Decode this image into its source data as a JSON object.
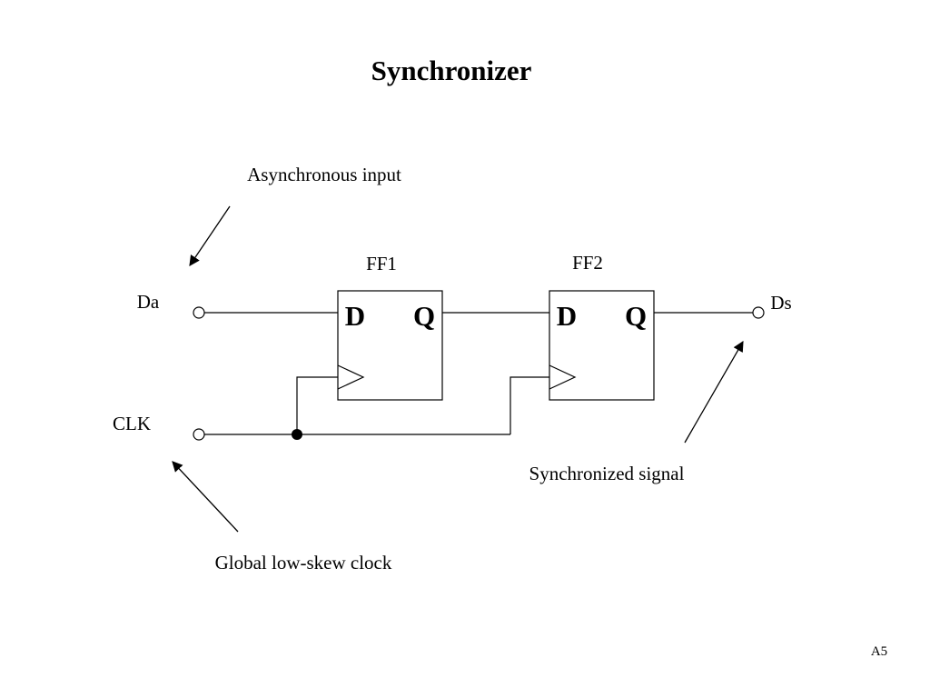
{
  "slide": {
    "title": "Synchronizer",
    "page_number": "A5"
  },
  "annotations": {
    "async_input": "Asynchronous input",
    "global_clock": "Global low-skew clock",
    "sync_signal": "Synchronized signal"
  },
  "ports": {
    "input": "Da",
    "clock": "CLK",
    "output": "Ds"
  },
  "flipflops": [
    {
      "name": "FF1",
      "d_pin": "D",
      "q_pin": "Q"
    },
    {
      "name": "FF2",
      "d_pin": "D",
      "q_pin": "Q"
    }
  ],
  "colors": {
    "ink": "#000000",
    "background": "#ffffff"
  }
}
